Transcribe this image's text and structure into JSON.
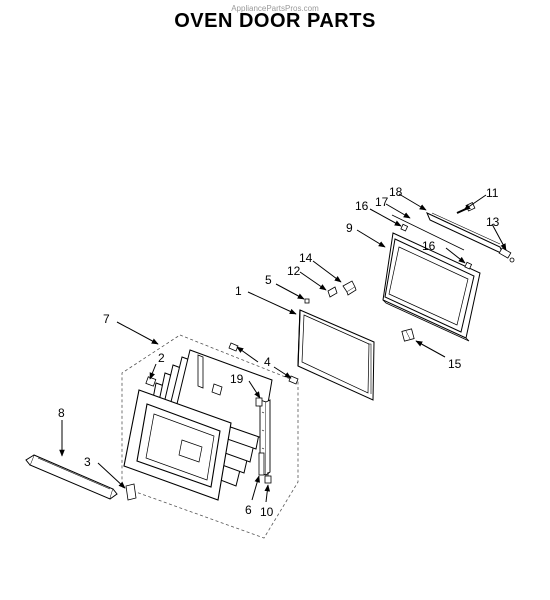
{
  "header": {
    "watermark": "AppliancePartsPros.com",
    "title": "OVEN DOOR PARTS"
  },
  "callouts": [
    "1",
    "2",
    "3",
    "4",
    "5",
    "6",
    "7",
    "8",
    "9",
    "10",
    "11",
    "12",
    "13",
    "14",
    "15",
    "16",
    "16",
    "17",
    "18",
    "19"
  ]
}
